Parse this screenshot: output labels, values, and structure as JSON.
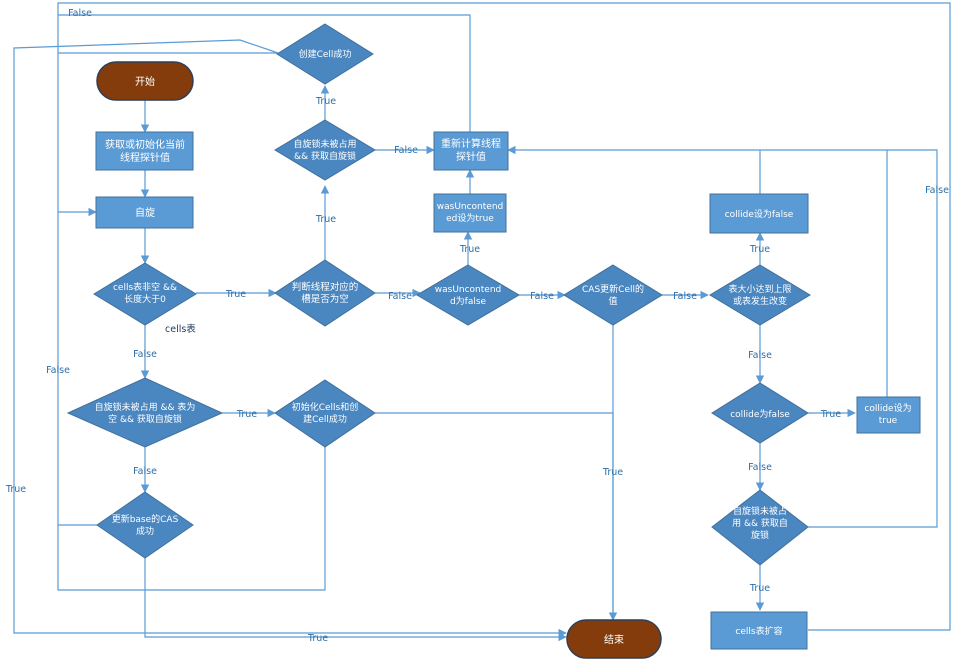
{
  "colors": {
    "process_fill": "#5b9bd5",
    "process_stroke": "#41719c",
    "decision_fill": "#4a86c0",
    "terminal_fill": "#843c0c",
    "terminal_stroke": "#2f3f57",
    "line": "#5b9bd5",
    "label": "#2e6fa8"
  },
  "nodes": {
    "start": [
      "开始"
    ],
    "get_probe": [
      "获取或初始化当前",
      "线程探针值"
    ],
    "spin": [
      "自旋"
    ],
    "cells_nonempty": [
      "cells表非空 &&",
      "长度大于0"
    ],
    "lock_empty_table": [
      "自旋锁未被占用 && 表为",
      "空 && 获取自旋锁"
    ],
    "cas_base": [
      "更新base的CAS",
      "成功"
    ],
    "slot_empty": [
      "判断线程对应的",
      "槽是否为空"
    ],
    "lock_slot": [
      "自旋锁未被占用",
      "&& 获取自旋锁"
    ],
    "create_cell": [
      "创建Cell成功"
    ],
    "init_cells": [
      "初始化Cells和创",
      "建Cell成功"
    ],
    "recompute_probe": [
      "重新计算线程",
      "探针值"
    ],
    "was_uncontended_true": [
      "wasUncontend",
      "ed设为true"
    ],
    "was_uncontended": [
      "wasUncontend",
      "d为false"
    ],
    "cas_cell": [
      "CAS更新Cell的",
      "值"
    ],
    "table_max": [
      "表大小达到上限",
      "或表发生改变"
    ],
    "collide_false_set": [
      "collide设为false"
    ],
    "collide_is_false": [
      "collide为false"
    ],
    "collide_true_set": [
      "collide设为",
      "true"
    ],
    "lock_expand": [
      "自旋锁未被占",
      "用 && 获取自",
      "旋锁"
    ],
    "expand_cells": [
      "cells表扩容"
    ],
    "end": [
      "结束"
    ]
  },
  "annotation": "cells表",
  "edge_labels": {
    "true": "True",
    "false": "False"
  }
}
